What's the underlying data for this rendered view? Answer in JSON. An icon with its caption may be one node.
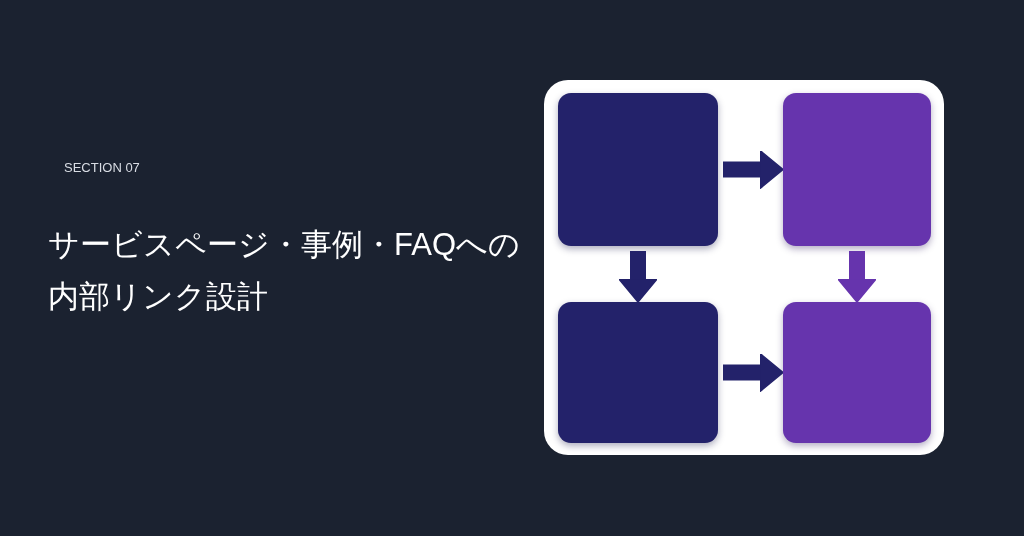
{
  "diagram": {
    "title": "サービスページ・事例・FAQへの内部リンク設計",
    "nodes": [
      {
        "text": [],
        "shape": "box"
      },
      {
        "text": [],
        "shape": "box",
        "in": 0
      },
      {
        "text": [],
        "shape": "box",
        "in": 0
      },
      {
        "text": [],
        "shape": "box",
        "in": 0
      },
      {
        "text": [],
        "shape": "box",
        "in": 0
      }
    ],
    "edges": [
      {
        "from": 1,
        "to": 2,
        "arrow": "to"
      },
      {
        "from": 1,
        "to": 3,
        "arrow": "to"
      },
      {
        "from": 2,
        "to": 4,
        "arrow": "to",
        "color": "#6634ad"
      },
      {
        "from": 3,
        "to": 4,
        "arrow": "to"
      }
    ],
    "labels": [
      "SECTION 07"
    ]
  }
}
